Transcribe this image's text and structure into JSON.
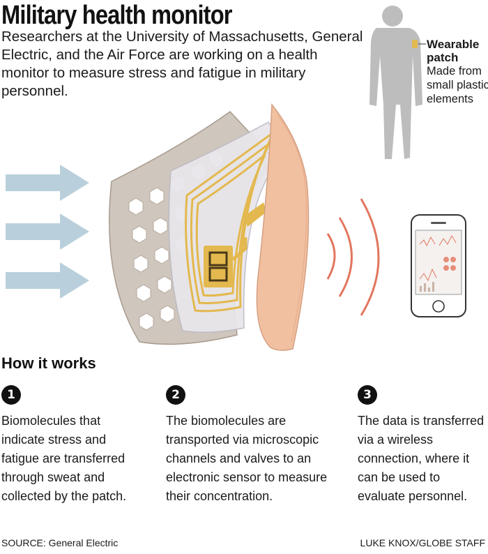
{
  "title": "Military health monitor",
  "intro": "Researchers at the University of Massachusetts, General Electric, and the Air Force are working on a health monitor to measure stress and fatigue in military personnel.",
  "patch_label": {
    "name_line1": "Wearable",
    "name_line2": "patch",
    "desc": "Made from small plastic elements"
  },
  "section_title": "How it works",
  "steps": [
    {
      "number": "1",
      "text": "Biomolecules that indicate stress and fatigue are transferred through sweat and collected by the patch."
    },
    {
      "number": "2",
      "text": "The biomolecules are transported via microscopic channels and valves to an electronic sensor to measure their concentration."
    },
    {
      "number": "3",
      "text": "The data is transferred via a wireless connection, where it can be used to evaluate personnel."
    }
  ],
  "source": "SOURCE: General Electric",
  "credit": "LUKE KNOX/GLOBE STAFF",
  "colors": {
    "arrow": "#b9d0dc",
    "grey_layer": "#cfc6bd",
    "gold": "#e3b84e",
    "skin": "#f0c0a0",
    "wave": "#e2765e",
    "silhouette": "#bdbdbd"
  }
}
